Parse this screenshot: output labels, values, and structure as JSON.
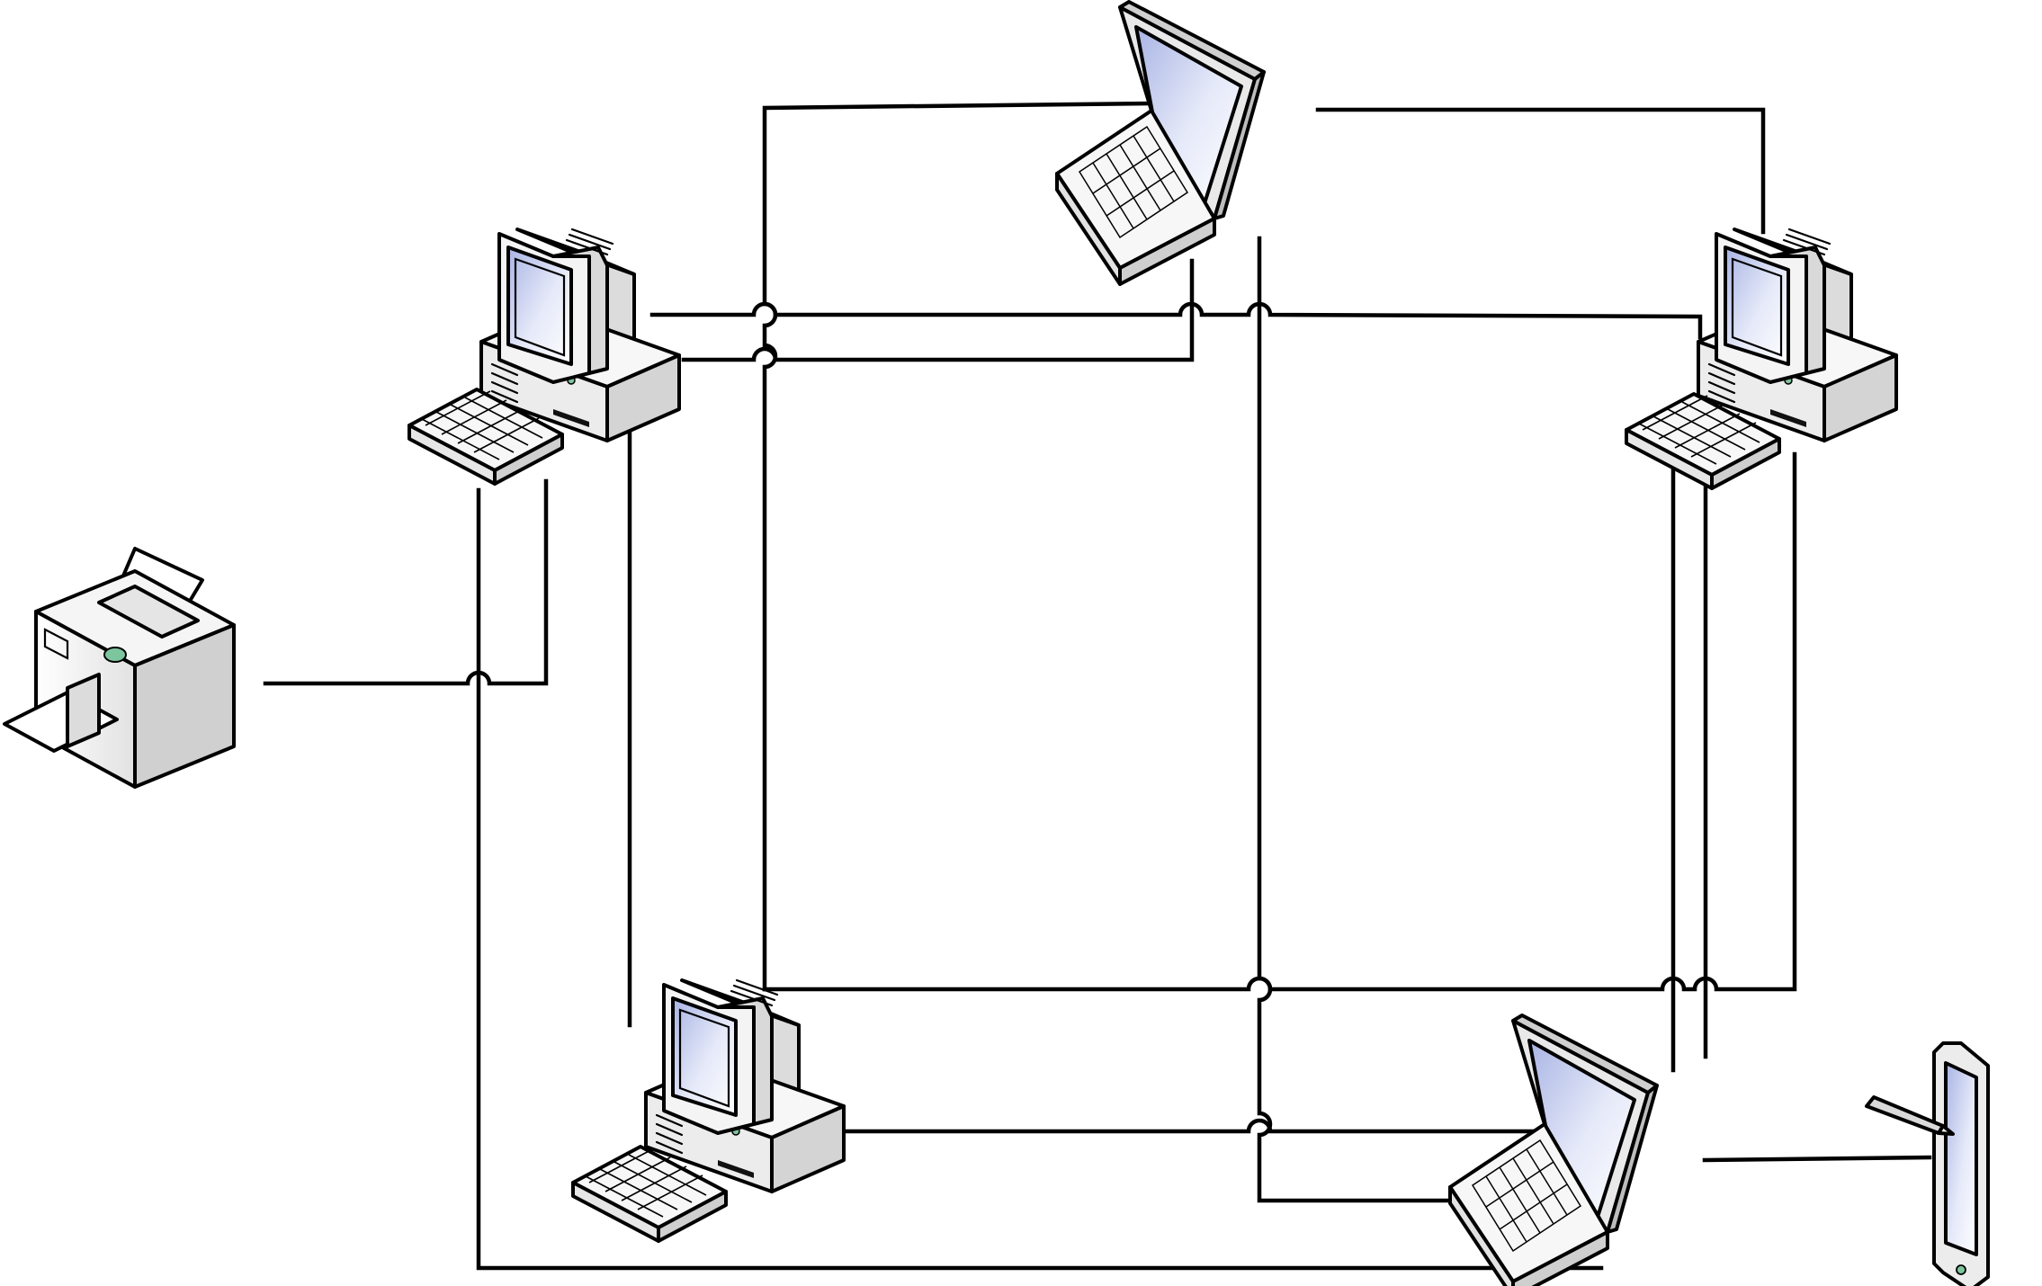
{
  "diagram": {
    "type": "network-topology",
    "background": "#ffffff",
    "line_color": "#000000",
    "device_fill": "#f2f2f2",
    "screen_gradient": [
      "#a9b4e4",
      "#ffffff"
    ],
    "power_led_color": "#7cc59f",
    "nodes": [
      {
        "id": "laptop-top",
        "kind": "laptop",
        "icon": "laptop-icon"
      },
      {
        "id": "desktop-left",
        "kind": "desktop",
        "icon": "desktop-computer-icon"
      },
      {
        "id": "desktop-right",
        "kind": "desktop",
        "icon": "desktop-computer-icon"
      },
      {
        "id": "printer",
        "kind": "printer",
        "icon": "printer-icon"
      },
      {
        "id": "desktop-bottom",
        "kind": "desktop",
        "icon": "desktop-computer-icon"
      },
      {
        "id": "laptop-bottom",
        "kind": "laptop",
        "icon": "laptop-icon"
      },
      {
        "id": "tablet",
        "kind": "tablet",
        "icon": "tablet-with-stylus-icon"
      }
    ],
    "links": [
      {
        "from": "laptop-top",
        "to": "desktop-right"
      },
      {
        "from": "laptop-top",
        "to": "desktop-bottom"
      },
      {
        "from": "laptop-top",
        "to": "desktop-left"
      },
      {
        "from": "laptop-top",
        "to": "laptop-bottom"
      },
      {
        "from": "desktop-left",
        "to": "desktop-right"
      },
      {
        "from": "desktop-left",
        "to": "printer"
      },
      {
        "from": "desktop-left",
        "to": "desktop-bottom"
      },
      {
        "from": "desktop-left",
        "to": "laptop-bottom"
      },
      {
        "from": "desktop-right",
        "to": "desktop-bottom"
      },
      {
        "from": "desktop-right",
        "to": "laptop-bottom"
      },
      {
        "from": "desktop-bottom",
        "to": "laptop-bottom"
      },
      {
        "from": "laptop-bottom",
        "to": "tablet"
      }
    ]
  }
}
